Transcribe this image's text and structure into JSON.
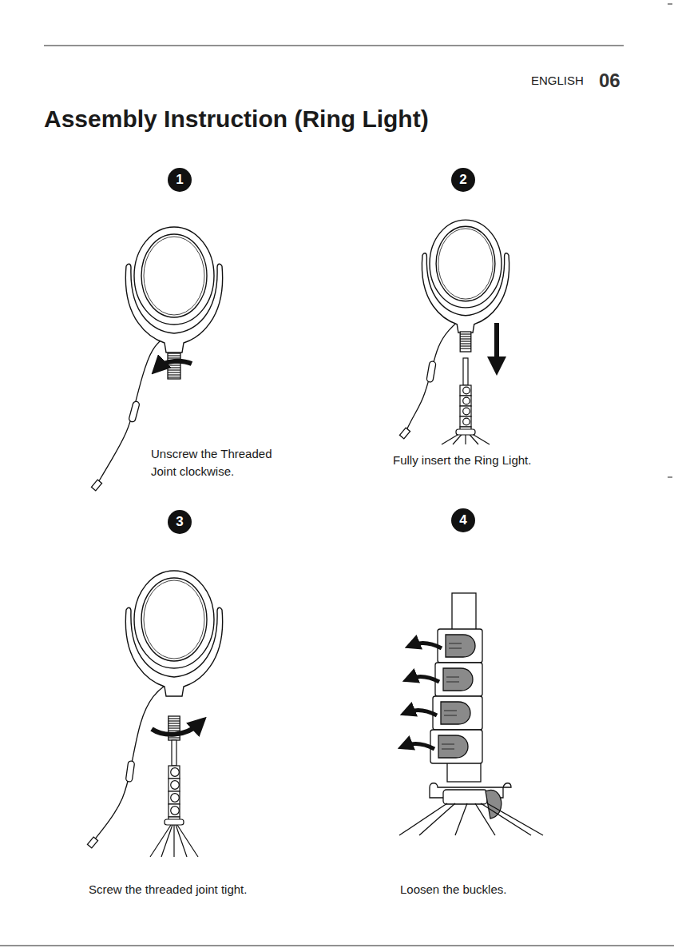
{
  "diagram": {
    "title": "Assembly Instruction (Ring Light)",
    "nodes": [
      {
        "text": [
          "1"
        ]
      },
      {
        "text": [
          "2"
        ]
      },
      {
        "text": [
          "3"
        ]
      },
      {
        "text": [
          "4"
        ]
      }
    ],
    "labels": [
      "ENGLISH",
      "06",
      "Unscrew the Threaded Joint clockwise.",
      "Fully insert the Ring Light.",
      "Screw the threaded joint tight.",
      "Loosen the buckles."
    ]
  }
}
